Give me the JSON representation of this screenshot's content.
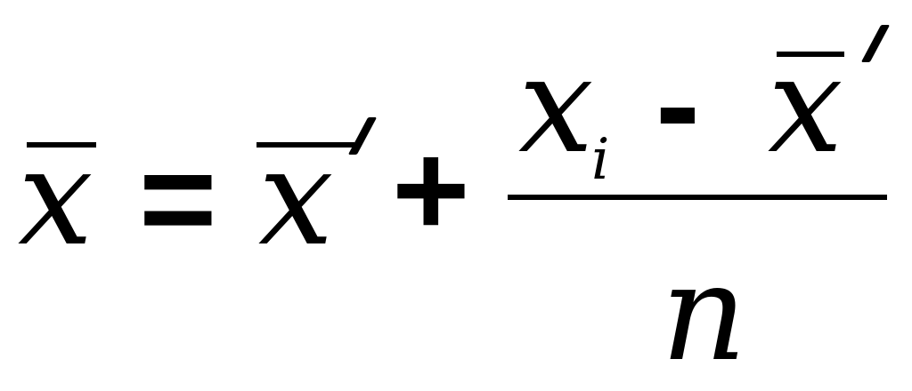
{
  "equation": {
    "lhs": {
      "symbol": "x"
    },
    "equals": "=",
    "term1": {
      "symbol": "x"
    },
    "plus": "+",
    "fraction": {
      "numerator": {
        "symbol": "x",
        "subscript": "i",
        "minus": "-",
        "mean_symbol": "x"
      },
      "denominator": {
        "symbol": "n"
      }
    }
  }
}
